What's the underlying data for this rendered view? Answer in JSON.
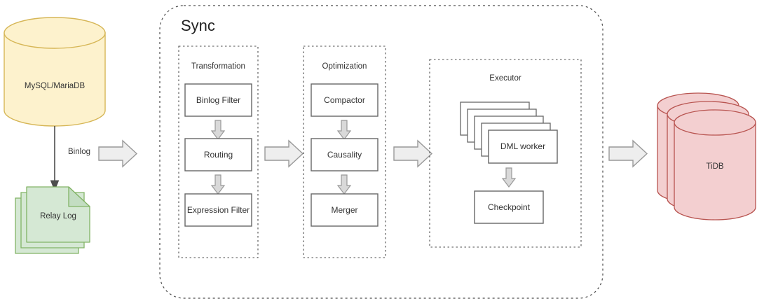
{
  "diagram": {
    "title_label": "Sync",
    "source": {
      "name": "MySQL/MariaDB",
      "shape": "cylinder",
      "fill_color": "#fdf2cd",
      "stroke_color": "#d6b656"
    },
    "relay_log": {
      "name": "Relay Log",
      "shape": "document-stack",
      "fill_color": "#d5e8d4",
      "stroke_color": "#82b366"
    },
    "binlog_edge_label": "Binlog",
    "target": {
      "name": "TiDB",
      "shape": "cylinder-stack",
      "fill_color": "#f3cfd0",
      "stroke_color": "#b85450"
    },
    "groups": [
      {
        "name": "Transformation",
        "steps": [
          "Binlog Filter",
          "Routing",
          "Expression Filter"
        ]
      },
      {
        "name": "Optimization",
        "steps": [
          "Compactor",
          "Causality",
          "Merger"
        ]
      },
      {
        "name": "Executor",
        "steps": [
          "DML worker",
          "Checkpoint"
        ]
      }
    ],
    "flow_arrows": [
      "source-to-sync",
      "transformation-to-optimization",
      "optimization-to-executor",
      "sync-to-target"
    ],
    "colors": {
      "box_stroke": "#666666",
      "box_fill": "#ffffff",
      "arrow_fill": "#eeeeee",
      "arrow_stroke": "#999999",
      "dashed_stroke": "#4d4d4d",
      "line": "#4d4d4d"
    }
  }
}
